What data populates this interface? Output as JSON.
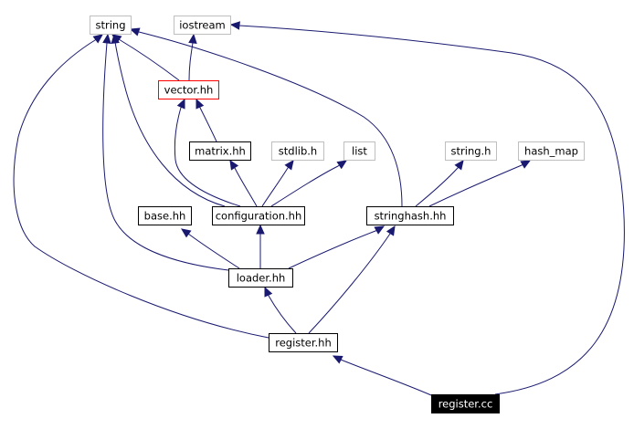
{
  "diagram": {
    "title": "",
    "colors": {
      "edge": "#191970",
      "border_default": "#000000",
      "border_system": "#bfbfbf",
      "border_highlight": "#ff0000",
      "root_fill": "#000000",
      "root_text": "#ffffff"
    },
    "nodes": [
      {
        "id": "string",
        "label": "string",
        "kind": "system"
      },
      {
        "id": "iostream",
        "label": "iostream",
        "kind": "system"
      },
      {
        "id": "vector",
        "label": "vector.hh",
        "kind": "highlight"
      },
      {
        "id": "matrix",
        "label": "matrix.hh",
        "kind": "file"
      },
      {
        "id": "stdlib",
        "label": "stdlib.h",
        "kind": "system"
      },
      {
        "id": "list",
        "label": "list",
        "kind": "system"
      },
      {
        "id": "stringh",
        "label": "string.h",
        "kind": "system"
      },
      {
        "id": "hashmap",
        "label": "hash_map",
        "kind": "system"
      },
      {
        "id": "base",
        "label": "base.hh",
        "kind": "file"
      },
      {
        "id": "configuration",
        "label": "configuration.hh",
        "kind": "file"
      },
      {
        "id": "stringhash",
        "label": "stringhash.hh",
        "kind": "file"
      },
      {
        "id": "loader",
        "label": "loader.hh",
        "kind": "file"
      },
      {
        "id": "register",
        "label": "register.hh",
        "kind": "file"
      },
      {
        "id": "registercc",
        "label": "register.cc",
        "kind": "root"
      }
    ],
    "edges": [
      {
        "from": "vector",
        "to": "string"
      },
      {
        "from": "vector",
        "to": "iostream"
      },
      {
        "from": "matrix",
        "to": "vector"
      },
      {
        "from": "configuration",
        "to": "matrix"
      },
      {
        "from": "configuration",
        "to": "stdlib"
      },
      {
        "from": "configuration",
        "to": "list"
      },
      {
        "from": "configuration",
        "to": "vector"
      },
      {
        "from": "configuration",
        "to": "string"
      },
      {
        "from": "stringhash",
        "to": "string"
      },
      {
        "from": "stringhash",
        "to": "stringh"
      },
      {
        "from": "stringhash",
        "to": "hashmap"
      },
      {
        "from": "loader",
        "to": "base"
      },
      {
        "from": "loader",
        "to": "configuration"
      },
      {
        "from": "loader",
        "to": "stringhash"
      },
      {
        "from": "loader",
        "to": "string"
      },
      {
        "from": "register",
        "to": "loader"
      },
      {
        "from": "register",
        "to": "stringhash"
      },
      {
        "from": "register",
        "to": "string"
      },
      {
        "from": "registercc",
        "to": "register"
      },
      {
        "from": "registercc",
        "to": "iostream"
      }
    ]
  }
}
